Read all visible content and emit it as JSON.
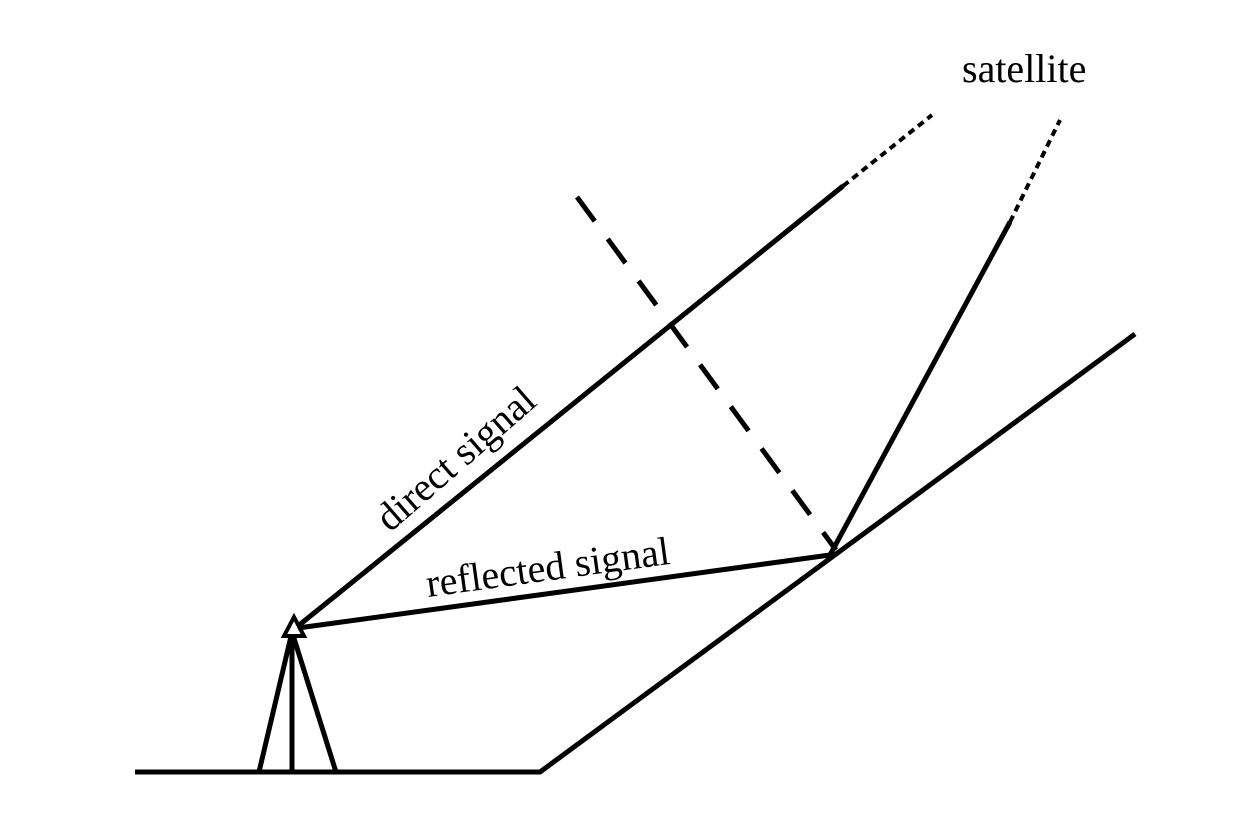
{
  "labels": {
    "satellite": "satellite",
    "direct_signal": "direct signal",
    "reflected_signal": "reflected signal"
  },
  "colors": {
    "stroke": "#000000",
    "background": "#ffffff"
  }
}
